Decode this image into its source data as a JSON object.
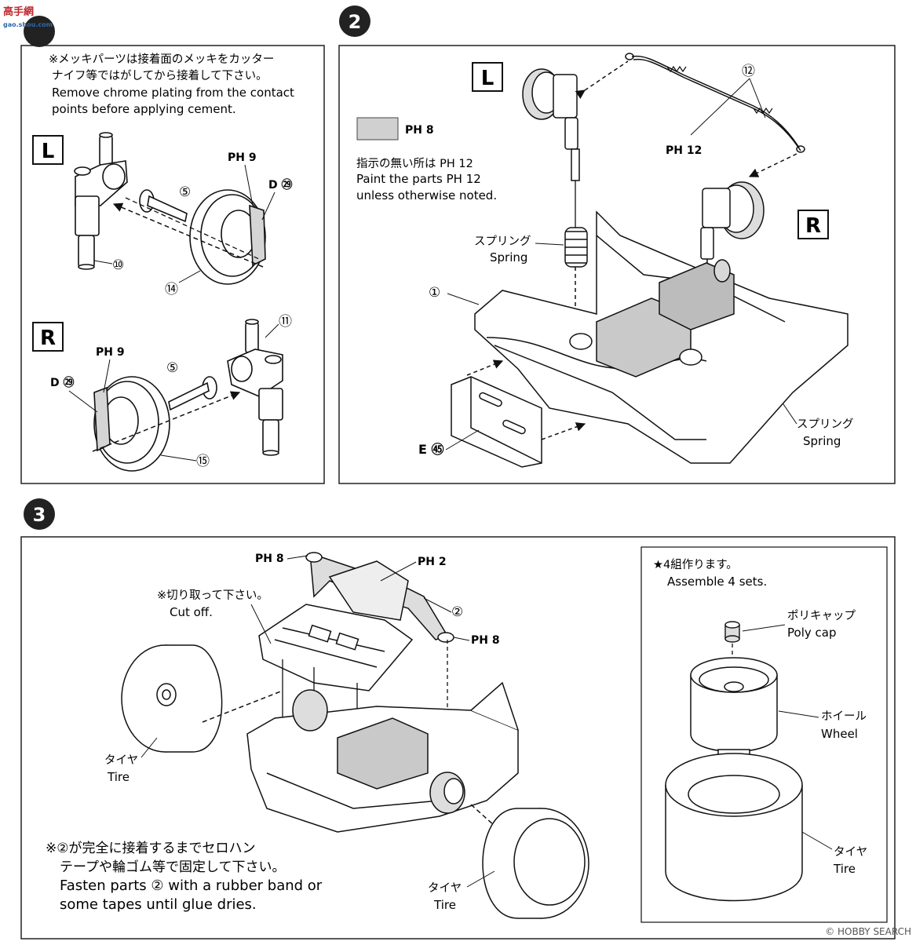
{
  "watermark_top": "高手網",
  "watermark_sub": "gao.shou.com",
  "watermark_bottom": "© HOBBY SEARCH",
  "step1": {
    "note_ja_1": "※メッキパーツは接着面のメッキをカッター",
    "note_ja_2": "ナイフ等ではがしてから接着して下さい。",
    "note_en_1": "Remove chrome plating from the contact",
    "note_en_2": "points before applying cement.",
    "left_tag": "L",
    "right_tag": "R",
    "ph9_a": "PH 9",
    "ph9_b": "PH 9",
    "d29_a": "D ㉙",
    "d29_b": "D ㉙",
    "p5_a": "⑤",
    "p5_b": "⑤",
    "p10": "⑩",
    "p11": "⑪",
    "p14": "⑭",
    "p15": "⑮"
  },
  "step2": {
    "number": "2",
    "left_tag": "L",
    "right_tag": "R",
    "p12": "⑫",
    "ph12_label": "PH 12",
    "swatch_label": "PH 8",
    "note_ja": "指示の無い所は PH 12",
    "note_en_1": "Paint the parts PH 12",
    "note_en_2": "unless otherwise noted.",
    "spring_a_ja": "スプリング",
    "spring_a_en": "Spring",
    "spring_b_ja": "スプリング",
    "spring_b_en": "Spring",
    "p1": "①",
    "e55": "E ㊺"
  },
  "step3": {
    "number": "3",
    "ph8_a": "PH 8",
    "ph8_b": "PH 8",
    "ph2": "PH 2",
    "p2": "②",
    "cut_ja": "※切り取って下さい。",
    "cut_en": "Cut off.",
    "tire_a_ja": "タイヤ",
    "tire_a_en": "Tire",
    "tire_b_ja": "タイヤ",
    "tire_b_en": "Tire",
    "fasten_ja_1": "※②が完全に接着するまでセロハン",
    "fasten_ja_2": "テープや輪ゴム等で固定して下さい。",
    "fasten_en_1": "Fasten parts ② with a rubber band or",
    "fasten_en_2": "some tapes until glue dries.",
    "inset_ja": "★4組作ります。",
    "inset_en": "Assemble 4 sets.",
    "polycap_ja": "ポリキャップ",
    "polycap_en": "Poly cap",
    "wheel_ja": "ホイール",
    "wheel_en": "Wheel",
    "tire_c_ja": "タイヤ",
    "tire_c_en": "Tire"
  }
}
